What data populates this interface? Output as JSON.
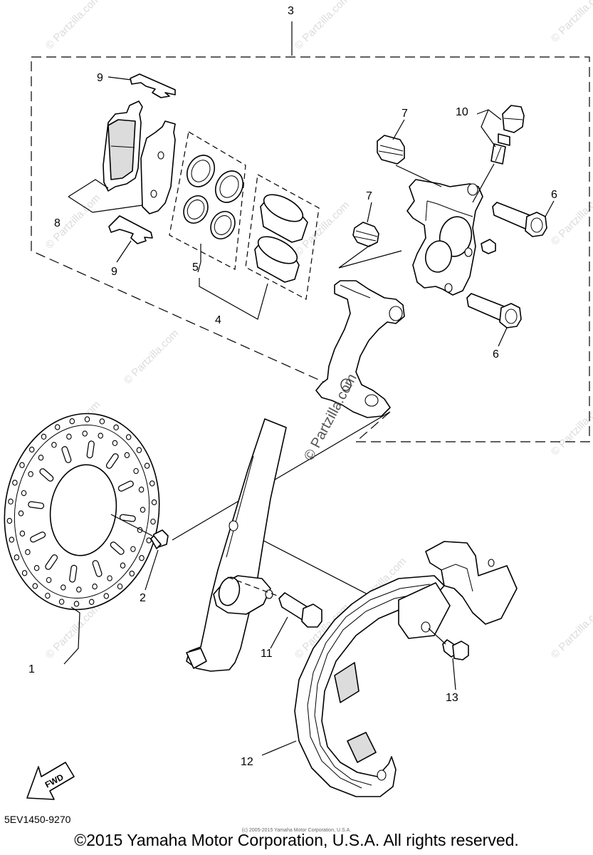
{
  "callouts": {
    "c1": "1",
    "c2": "2",
    "c3": "3",
    "c4": "4",
    "c5": "5",
    "c6a": "6",
    "c6b": "6",
    "c7a": "7",
    "c7b": "7",
    "c8": "8",
    "c9a": "9",
    "c9b": "9",
    "c10": "10",
    "c11": "11",
    "c12": "12",
    "c13": "13"
  },
  "fwd_label": "FWD",
  "watermark": "© Partzilla.com",
  "diagram_code": "5EV1450-9270",
  "copyright": "©2015 Yamaha Motor Corporation, U.S.A. All rights reserved.",
  "tiny_copyright": "(c) 2005-2015 Yamaha Motor Corporation, U.S.A."
}
